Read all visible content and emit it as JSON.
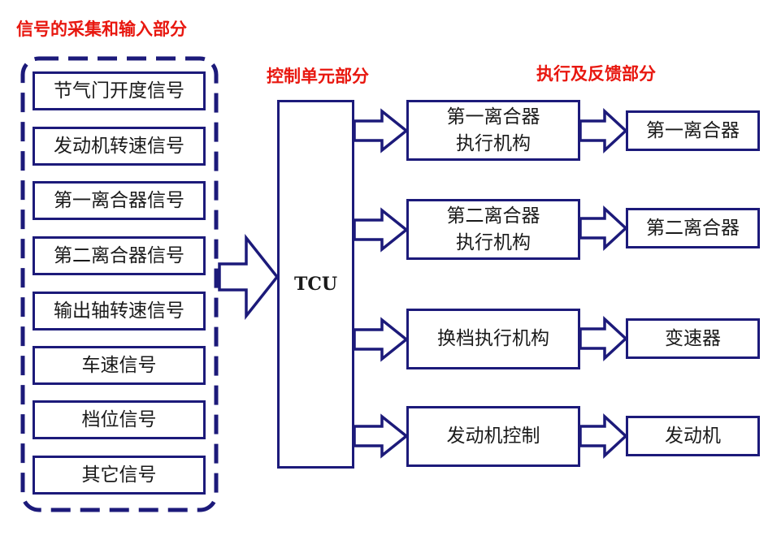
{
  "sections": {
    "input": "信号的采集和输入部分",
    "control": "控制单元部分",
    "feedback": "执行及反馈部分"
  },
  "inputs": [
    "节气门开度信号",
    "发动机转速信号",
    "第一离合器信号",
    "第二离合器信号",
    "输出轴转速信号",
    "车速信号",
    "档位信号",
    "其它信号"
  ],
  "tcu": "TCU",
  "actuators": [
    {
      "line1": "第一离合器",
      "line2": "执行机构"
    },
    {
      "line1": "第二离合器",
      "line2": "执行机构"
    },
    {
      "line1": "换档执行机构",
      "line2": ""
    },
    {
      "line1": "发动机控制",
      "line2": ""
    }
  ],
  "outputs": [
    "第一离合器",
    "第二离合器",
    "变速器",
    "发动机"
  ],
  "colors": {
    "border": "#1c1a7a",
    "title": "#e8170f",
    "arrow_fill": "#ffffff"
  }
}
